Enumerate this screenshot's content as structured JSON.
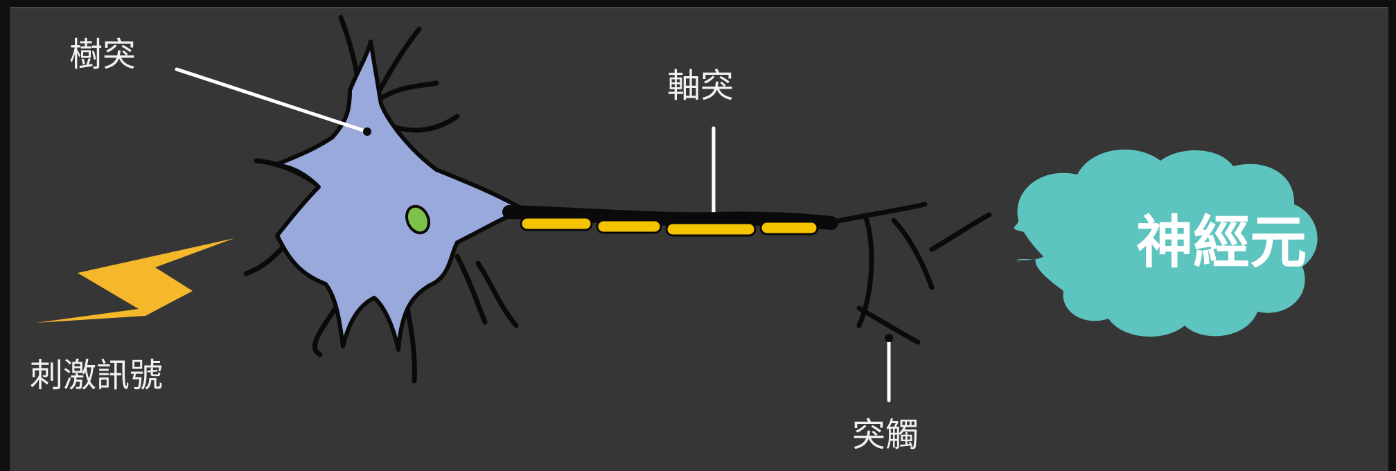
{
  "labels": {
    "dendrite": "樹突",
    "axon": "軸突",
    "synapse": "突觸",
    "stimulus_signal": "刺激訊號"
  },
  "bubble": {
    "text": "神經元"
  },
  "colors": {
    "background": "#363636",
    "soma": "#9aa9dc",
    "nucleus": "#7cc24a",
    "myelin": "#f5c400",
    "bubble": "#5ec4bf",
    "lightning": "#f5b82a"
  }
}
